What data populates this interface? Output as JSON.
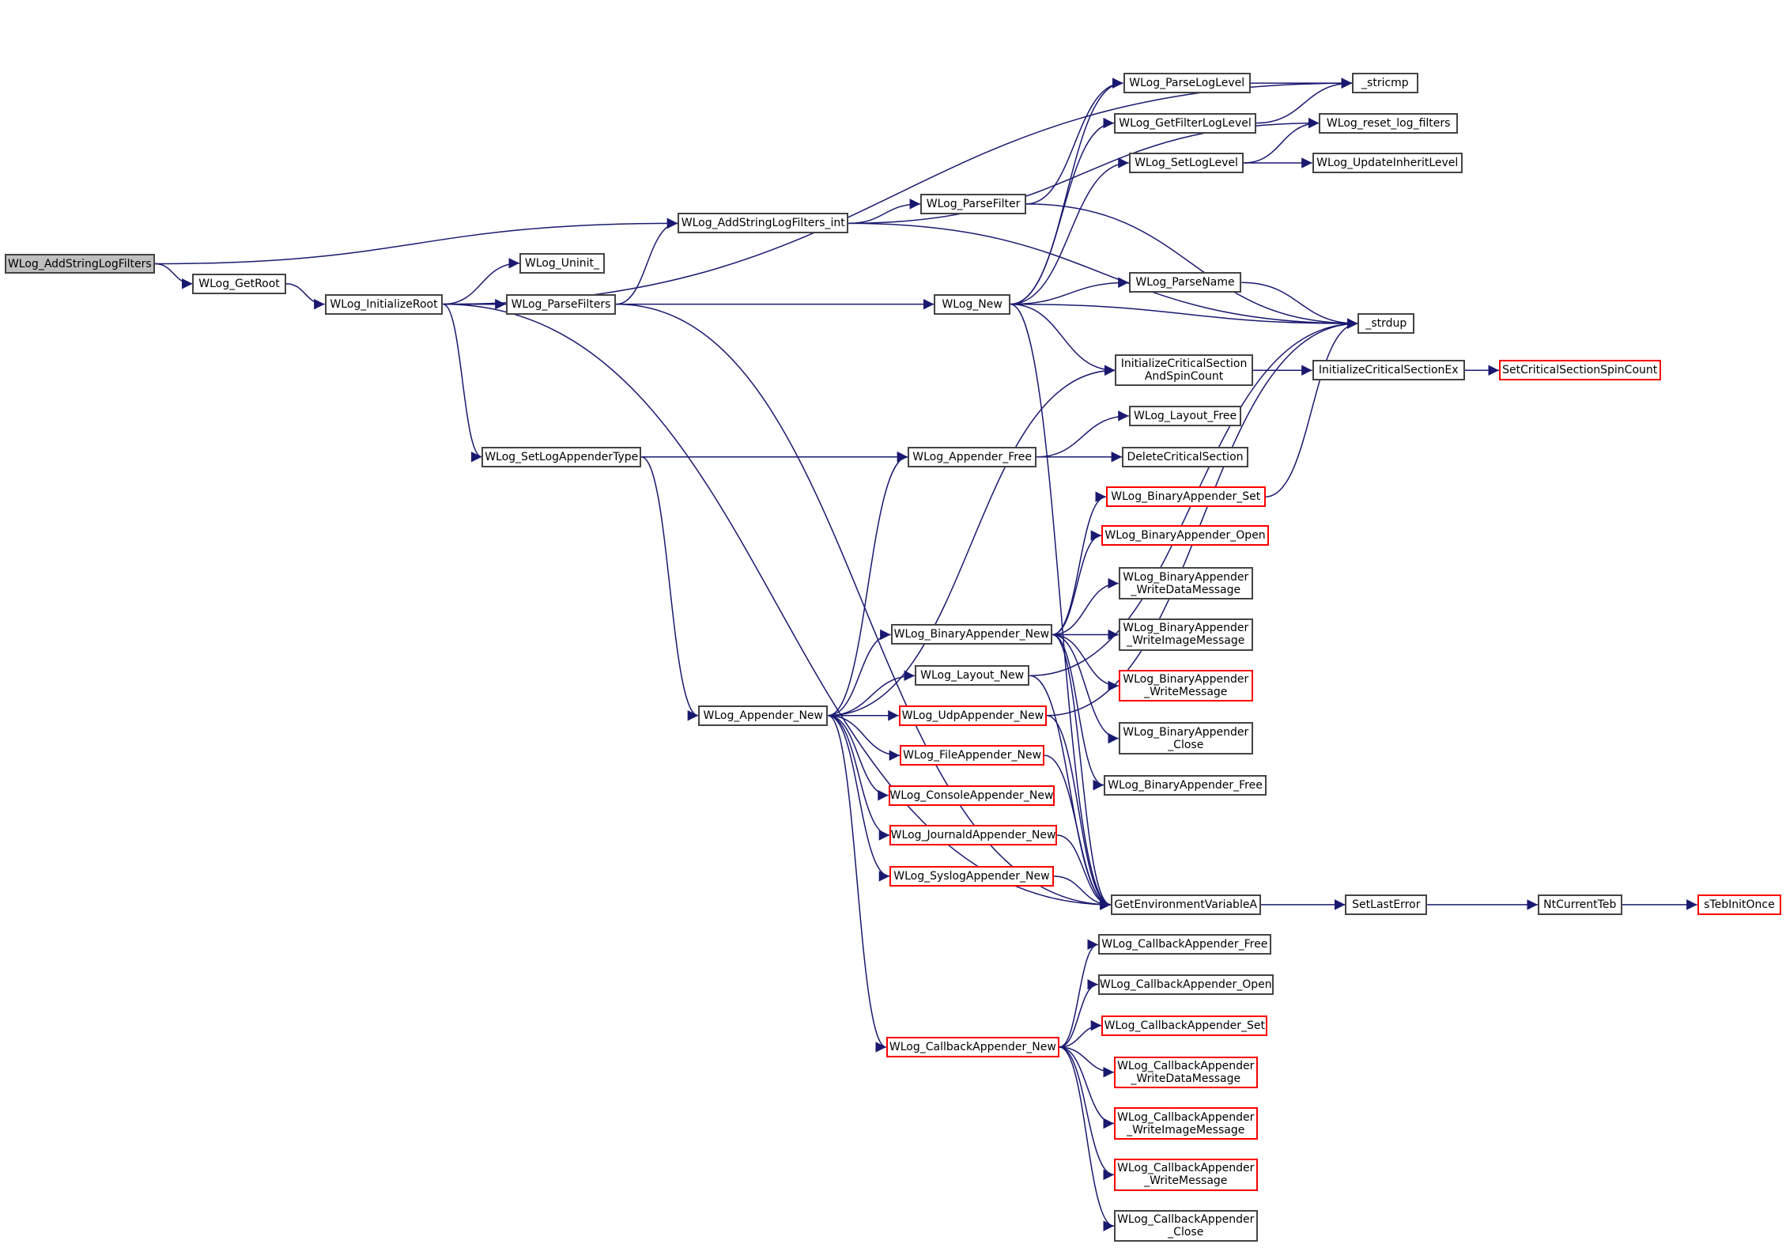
{
  "diagram_type": "call-graph",
  "colors": {
    "edge": "#191970",
    "node_border": "#444444",
    "external_border": "#ff0000",
    "root_fill": "#bfbfbf"
  },
  "nodes": [
    {
      "id": "root",
      "label": "WLog_AddStringLogFilters",
      "style": "root"
    },
    {
      "id": "getroot",
      "label": "WLog_GetRoot",
      "style": "normal"
    },
    {
      "id": "initroot",
      "label": "WLog_InitializeRoot",
      "style": "normal"
    },
    {
      "id": "uninit",
      "label": "WLog_Uninit_",
      "style": "normal"
    },
    {
      "id": "parsefilters",
      "label": "WLog_ParseFilters",
      "style": "normal"
    },
    {
      "id": "addint",
      "label": "WLog_AddStringLogFilters_int",
      "style": "normal"
    },
    {
      "id": "parsefilter",
      "label": "WLog_ParseFilter",
      "style": "normal"
    },
    {
      "id": "parseloglevel",
      "label": "WLog_ParseLogLevel",
      "style": "normal"
    },
    {
      "id": "getfilterloglevel",
      "label": "WLog_GetFilterLogLevel",
      "style": "normal"
    },
    {
      "id": "setloglevel",
      "label": "WLog_SetLogLevel",
      "style": "normal"
    },
    {
      "id": "stricmp",
      "label": "_stricmp",
      "style": "normal"
    },
    {
      "id": "resetfilters",
      "label": "WLog_reset_log_filters",
      "style": "normal"
    },
    {
      "id": "updateinherit",
      "label": "WLog_UpdateInheritLevel",
      "style": "normal"
    },
    {
      "id": "wlognew",
      "label": "WLog_New",
      "style": "normal"
    },
    {
      "id": "parsename",
      "label": "WLog_ParseName",
      "style": "normal"
    },
    {
      "id": "strdup",
      "label": "_strdup",
      "style": "normal"
    },
    {
      "id": "icsspin",
      "label": "InitializeCriticalSection\nAndSpinCount",
      "style": "normal"
    },
    {
      "id": "icsex",
      "label": "InitializeCriticalSectionEx",
      "style": "normal"
    },
    {
      "id": "setcsspin",
      "label": "SetCriticalSectionSpinCount",
      "style": "external"
    },
    {
      "id": "setappendertype",
      "label": "WLog_SetLogAppenderType",
      "style": "normal"
    },
    {
      "id": "appenderfree",
      "label": "WLog_Appender_Free",
      "style": "normal"
    },
    {
      "id": "layoutfree",
      "label": "WLog_Layout_Free",
      "style": "normal"
    },
    {
      "id": "deletecs",
      "label": "DeleteCriticalSection",
      "style": "normal"
    },
    {
      "id": "binset",
      "label": "WLog_BinaryAppender_Set",
      "style": "external"
    },
    {
      "id": "binopen",
      "label": "WLog_BinaryAppender_Open",
      "style": "external"
    },
    {
      "id": "binwritedata",
      "label": "WLog_BinaryAppender\n_WriteDataMessage",
      "style": "normal"
    },
    {
      "id": "binwriteimage",
      "label": "WLog_BinaryAppender\n_WriteImageMessage",
      "style": "normal"
    },
    {
      "id": "binwritemsg",
      "label": "WLog_BinaryAppender\n_WriteMessage",
      "style": "external"
    },
    {
      "id": "binclose",
      "label": "WLog_BinaryAppender\n_Close",
      "style": "normal"
    },
    {
      "id": "binfree",
      "label": "WLog_BinaryAppender_Free",
      "style": "normal"
    },
    {
      "id": "binnew",
      "label": "WLog_BinaryAppender_New",
      "style": "normal"
    },
    {
      "id": "layoutnew",
      "label": "WLog_Layout_New",
      "style": "normal"
    },
    {
      "id": "appendernew",
      "label": "WLog_Appender_New",
      "style": "normal"
    },
    {
      "id": "udpnew",
      "label": "WLog_UdpAppender_New",
      "style": "external"
    },
    {
      "id": "filenew",
      "label": "WLog_FileAppender_New",
      "style": "external"
    },
    {
      "id": "consolenew",
      "label": "WLog_ConsoleAppender_New",
      "style": "external"
    },
    {
      "id": "journaldnew",
      "label": "WLog_JournaldAppender_New",
      "style": "external"
    },
    {
      "id": "syslognew",
      "label": "WLog_SyslogAppender_New",
      "style": "external"
    },
    {
      "id": "getenv",
      "label": "GetEnvironmentVariableA",
      "style": "normal"
    },
    {
      "id": "setlasterror",
      "label": "SetLastError",
      "style": "normal"
    },
    {
      "id": "ntcurrentteb",
      "label": "NtCurrentTeb",
      "style": "normal"
    },
    {
      "id": "tebinit",
      "label": "sTebInitOnce",
      "style": "external"
    },
    {
      "id": "cbfree",
      "label": "WLog_CallbackAppender_Free",
      "style": "normal"
    },
    {
      "id": "cbopen",
      "label": "WLog_CallbackAppender_Open",
      "style": "normal"
    },
    {
      "id": "cbset",
      "label": "WLog_CallbackAppender_Set",
      "style": "external"
    },
    {
      "id": "cbwritedata",
      "label": "WLog_CallbackAppender\n_WriteDataMessage",
      "style": "external"
    },
    {
      "id": "cbwriteimage",
      "label": "WLog_CallbackAppender\n_WriteImageMessage",
      "style": "external"
    },
    {
      "id": "cbwritemsg",
      "label": "WLog_CallbackAppender\n_WriteMessage",
      "style": "external"
    },
    {
      "id": "cbclose",
      "label": "WLog_CallbackAppender\n_Close",
      "style": "normal"
    },
    {
      "id": "cbnew",
      "label": "WLog_CallbackAppender_New",
      "style": "external"
    }
  ],
  "edges": [
    [
      "root",
      "getroot"
    ],
    [
      "root",
      "addint"
    ],
    [
      "getroot",
      "initroot"
    ],
    [
      "initroot",
      "uninit"
    ],
    [
      "initroot",
      "parsefilters"
    ],
    [
      "initroot",
      "wlognew"
    ],
    [
      "initroot",
      "setappendertype"
    ],
    [
      "initroot",
      "stricmp"
    ],
    [
      "initroot",
      "getenv"
    ],
    [
      "parsefilters",
      "addint"
    ],
    [
      "parsefilters",
      "getenv"
    ],
    [
      "addint",
      "parsefilter"
    ],
    [
      "addint",
      "resetfilters"
    ],
    [
      "addint",
      "strdup"
    ],
    [
      "parsefilter",
      "parseloglevel"
    ],
    [
      "parsefilter",
      "strdup"
    ],
    [
      "parseloglevel",
      "stricmp"
    ],
    [
      "getfilterloglevel",
      "stricmp"
    ],
    [
      "setloglevel",
      "resetfilters"
    ],
    [
      "setloglevel",
      "updateinherit"
    ],
    [
      "wlognew",
      "parseloglevel"
    ],
    [
      "wlognew",
      "getfilterloglevel"
    ],
    [
      "wlognew",
      "setloglevel"
    ],
    [
      "wlognew",
      "parsename"
    ],
    [
      "wlognew",
      "strdup"
    ],
    [
      "wlognew",
      "icsspin"
    ],
    [
      "wlognew",
      "getenv"
    ],
    [
      "parsename",
      "strdup"
    ],
    [
      "icsspin",
      "icsex"
    ],
    [
      "icsex",
      "setcsspin"
    ],
    [
      "setappendertype",
      "appenderfree"
    ],
    [
      "setappendertype",
      "appendernew"
    ],
    [
      "appenderfree",
      "layoutfree"
    ],
    [
      "appenderfree",
      "deletecs"
    ],
    [
      "appendernew",
      "icsspin"
    ],
    [
      "appendernew",
      "appenderfree"
    ],
    [
      "appendernew",
      "binnew"
    ],
    [
      "appendernew",
      "layoutnew"
    ],
    [
      "appendernew",
      "udpnew"
    ],
    [
      "appendernew",
      "filenew"
    ],
    [
      "appendernew",
      "consolenew"
    ],
    [
      "appendernew",
      "journaldnew"
    ],
    [
      "appendernew",
      "syslognew"
    ],
    [
      "appendernew",
      "cbnew"
    ],
    [
      "binset",
      "strdup"
    ],
    [
      "binnew",
      "binset"
    ],
    [
      "binnew",
      "binopen"
    ],
    [
      "binnew",
      "binwritedata"
    ],
    [
      "binnew",
      "binwriteimage"
    ],
    [
      "binnew",
      "binwritemsg"
    ],
    [
      "binnew",
      "binclose"
    ],
    [
      "binnew",
      "binfree"
    ],
    [
      "binnew",
      "getenv"
    ],
    [
      "layoutnew",
      "strdup"
    ],
    [
      "layoutnew",
      "getenv"
    ],
    [
      "udpnew",
      "strdup"
    ],
    [
      "udpnew",
      "getenv"
    ],
    [
      "filenew",
      "getenv"
    ],
    [
      "journaldnew",
      "getenv"
    ],
    [
      "syslognew",
      "getenv"
    ],
    [
      "getenv",
      "setlasterror"
    ],
    [
      "setlasterror",
      "ntcurrentteb"
    ],
    [
      "ntcurrentteb",
      "tebinit"
    ],
    [
      "cbnew",
      "cbfree"
    ],
    [
      "cbnew",
      "cbopen"
    ],
    [
      "cbnew",
      "cbset"
    ],
    [
      "cbnew",
      "cbwritedata"
    ],
    [
      "cbnew",
      "cbwriteimage"
    ],
    [
      "cbnew",
      "cbwritemsg"
    ],
    [
      "cbnew",
      "cbclose"
    ]
  ]
}
